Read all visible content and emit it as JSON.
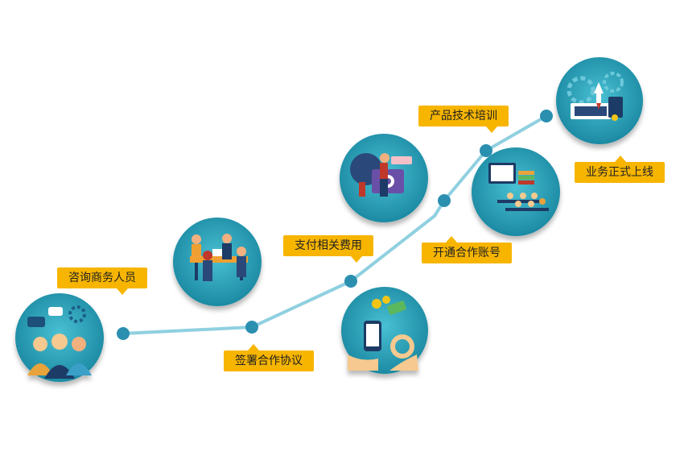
{
  "steps": [
    {
      "label": "咨询商务人员",
      "icon": "business-people-icon"
    },
    {
      "label": "签署合作协议",
      "icon": "signing-agreement-icon"
    },
    {
      "label": "支付相关费用",
      "icon": "payment-icon"
    },
    {
      "label": "开通合作账号",
      "icon": "account-setup-icon"
    },
    {
      "label": "产品技术培训",
      "icon": "technical-training-icon"
    },
    {
      "label": "业务正式上线",
      "icon": "launch-rocket-icon"
    }
  ],
  "colors": {
    "label_bg": "#f7b500",
    "line": "#8fd0e0",
    "node": "#2b8fb0",
    "circle_outer": "#1f8fa8",
    "circle_inner": "#3fb3c8"
  }
}
